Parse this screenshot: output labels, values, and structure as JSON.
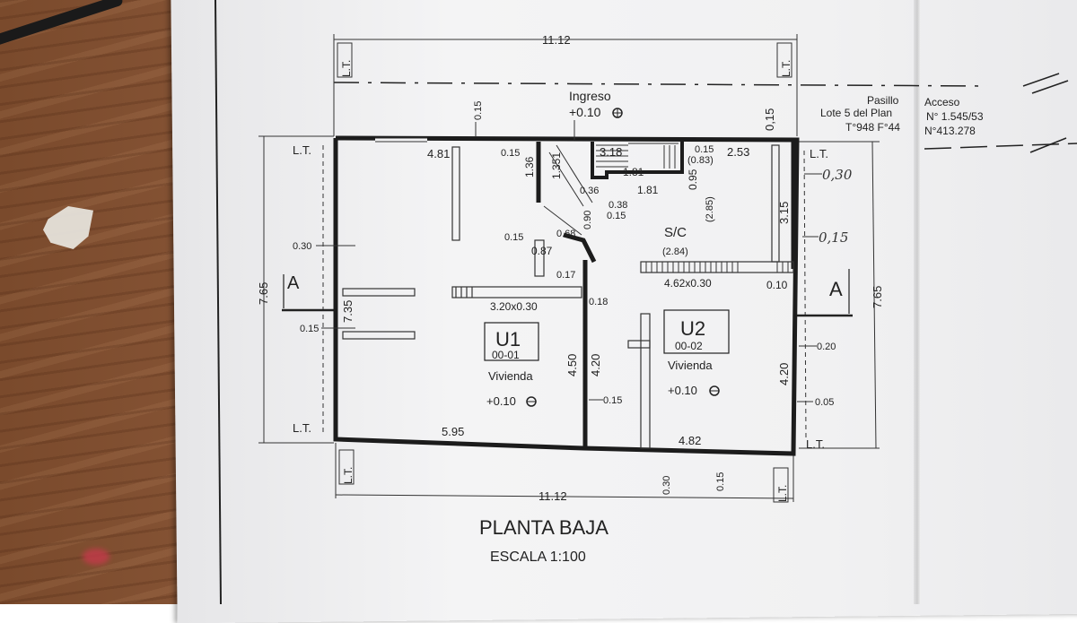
{
  "drawing": {
    "title": "PLANTA BAJA",
    "scale": "ESCALA 1:100",
    "total_width_top": "11.12",
    "total_width_bottom": "11.12",
    "height_left": "7.65",
    "height_right": "7.65",
    "lot_line": "L.T.",
    "section_mark": "A",
    "entrance_label": "Ingreso",
    "entrance_level": "+0.10"
  },
  "access_note": {
    "line1a": "Pasillo",
    "line1b": "Acceso",
    "line2a": "Lote 5 del Plan",
    "line2b": "N° 1.545/53",
    "line3a": "T°948 F°44",
    "line3b": "N°413.278"
  },
  "units": [
    {
      "code": "U1",
      "number": "00-01",
      "type": "Vivienda",
      "level": "+0.10"
    },
    {
      "code": "U2",
      "number": "00-02",
      "type": "Vivienda",
      "level": "+0.10"
    }
  ],
  "dimensions": {
    "top_setback": "0.15",
    "right_setback_top": "0,15",
    "d_481": "4.81",
    "d_015a": "0.15",
    "d_136": "1.36",
    "d_1351": "1.351",
    "d_318": "3.18",
    "d_015b": "0.15",
    "d_083": "(0.83)",
    "d_253": "2.53",
    "d_181a": "1.81",
    "d_181b": "1.81",
    "d_036": "0.36",
    "d_095": "0.95",
    "d_038": "0.38",
    "d_015c": "0.15",
    "d_090": "0.90",
    "d_068": "0.68",
    "d_087": "0.87",
    "d_017": "0.17",
    "d_030_left": "0.30",
    "d_015_left": "0.15",
    "d_015_stair": "0.15",
    "d_315": "3.15",
    "d_285": "(2.85)",
    "d_284": "(2.84)",
    "d_462": "4.62x0.30",
    "d_010": "0.10",
    "d_320": "3.20x0.30",
    "d_018": "0.18",
    "d_735": "7.35",
    "d_450": "4.50",
    "d_420a": "4.20",
    "d_420b": "4.20",
    "d_015d": "0.15",
    "d_595": "5.95",
    "d_482": "4.82",
    "d_030_bottom": "0.30",
    "d_015_bottom": "0.15",
    "d_020": "0.20",
    "d_005": "0.05",
    "hand_030": "0,30",
    "hand_015": "0,15",
    "sc_label": "S/C"
  }
}
